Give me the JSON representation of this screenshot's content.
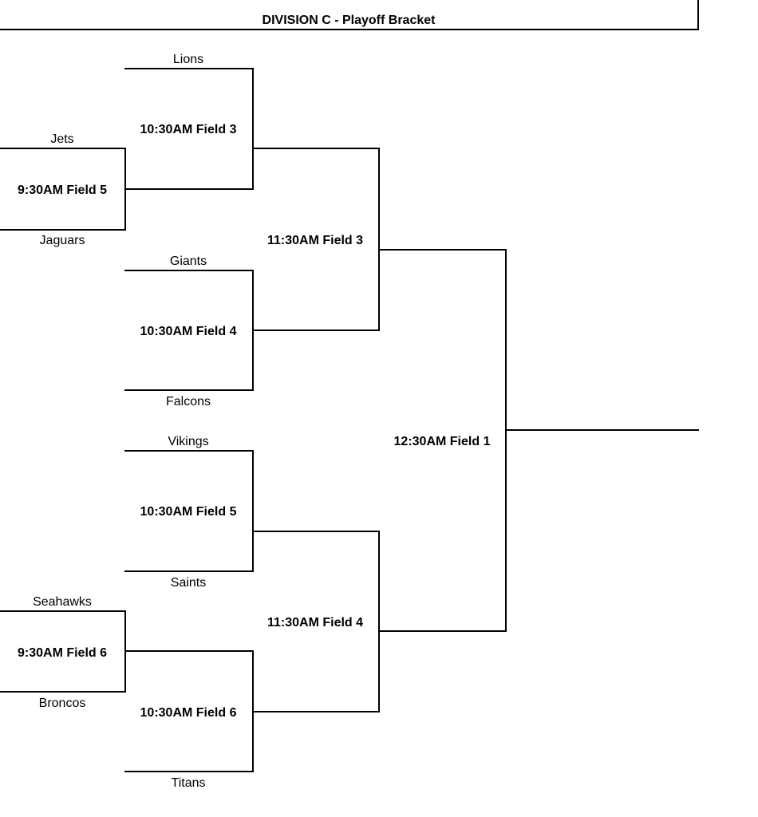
{
  "title": "DIVISION C - Playoff Bracket",
  "teams": {
    "lions": "Lions",
    "jets": "Jets",
    "jaguars": "Jaguars",
    "giants": "Giants",
    "falcons": "Falcons",
    "vikings": "Vikings",
    "saints": "Saints",
    "seahawks": "Seahawks",
    "broncos": "Broncos",
    "titans": "Titans"
  },
  "games": {
    "r1_top": "9:30AM Field 5",
    "r1_bottom": "9:30AM Field 6",
    "r2_g1": "10:30AM Field 3",
    "r2_g2": "10:30AM Field 4",
    "r2_g3": "10:30AM Field 5",
    "r2_g4": "10:30AM Field 6",
    "r3_top": "11:30AM Field 3",
    "r3_bottom": "11:30AM Field 4",
    "final": "12:30AM Field 1"
  }
}
